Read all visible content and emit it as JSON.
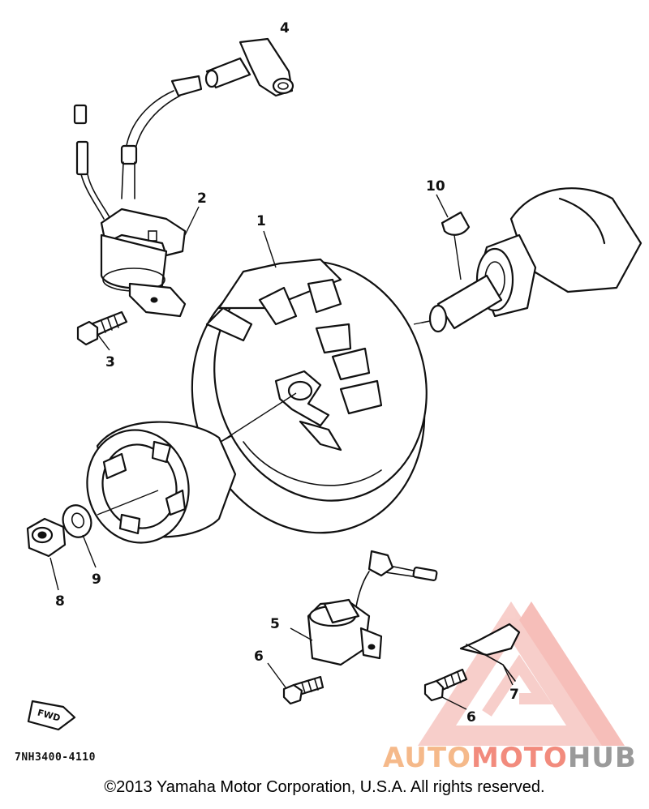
{
  "callouts": {
    "p1": "1",
    "p2": "2",
    "p3": "3",
    "p4": "4",
    "p5": "5",
    "p6a": "6",
    "p6b": "6",
    "p7": "7",
    "p8": "8",
    "p9": "9",
    "p10": "10"
  },
  "diagram_code": "7NH3400-4110",
  "fwd_label": "FWD",
  "watermark": {
    "part1": "AUTO",
    "part2": "MOTO",
    "part3": "HUB",
    "color1": "#f5b98a",
    "color2": "#f28b7d",
    "color3": "#9a9a9a"
  },
  "copyright": "©2013 Yamaha Motor Corporation, U.S.A. All rights reserved."
}
